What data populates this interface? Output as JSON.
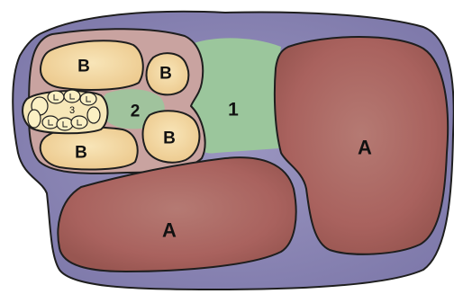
{
  "regions": {
    "region_1": {
      "label": "1"
    },
    "region_2": {
      "label": "2"
    },
    "region_3": {
      "label": "3"
    },
    "region_a_right": {
      "label": "A"
    },
    "region_a_bottom": {
      "label": "A"
    },
    "region_b_top_left": {
      "label": "B"
    },
    "region_b_bottom_left": {
      "label": "B"
    },
    "region_b_top_right": {
      "label": "B"
    },
    "region_b_bottom_right": {
      "label": "B"
    }
  },
  "colors": {
    "outer_shell": "#8a86b3",
    "inner_shell": "#c9a3a0",
    "region_a": "#a9625e",
    "region_b": "#f3d7a0",
    "green_zone": "#9bc69c",
    "small_cells": "#fbf0c4",
    "outline": "#1e1e1e"
  }
}
